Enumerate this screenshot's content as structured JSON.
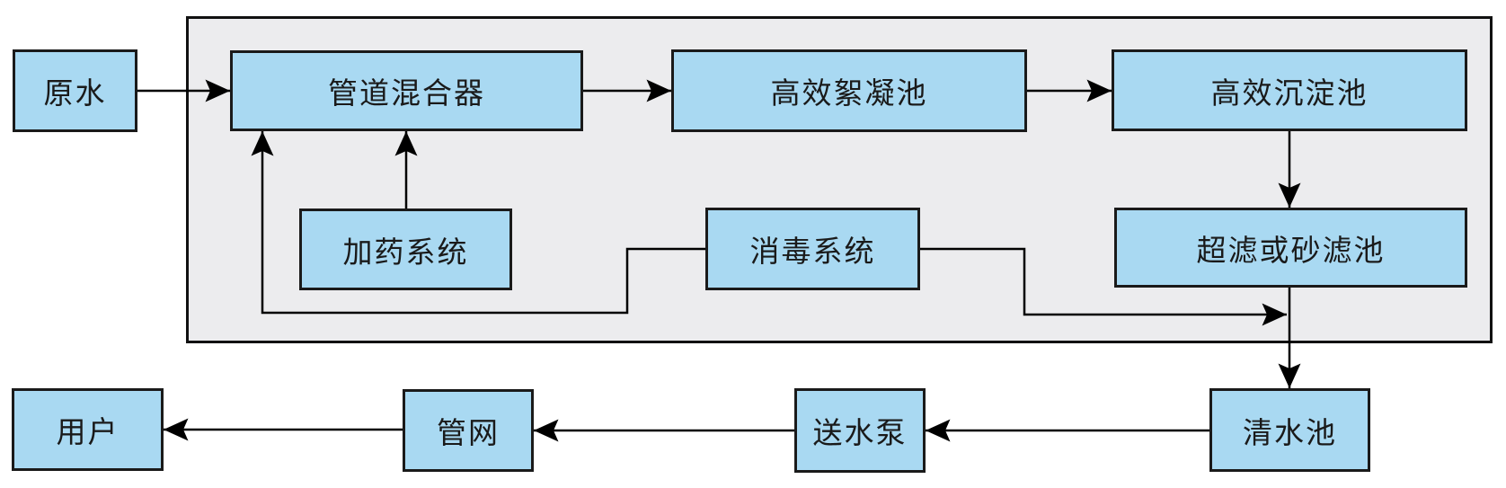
{
  "diagram": {
    "type": "flowchart",
    "subject": "water treatment process flow",
    "colors": {
      "node_fill": "#a9d9f2",
      "node_border": "#1a1a1a",
      "container_fill": "#ececee",
      "container_border": "#111111",
      "arrow_line": "#000000",
      "background": "#ffffff"
    },
    "nodes": [
      {
        "id": "raw-water",
        "label": "原水"
      },
      {
        "id": "pipe-mixer",
        "label": "管道混合器"
      },
      {
        "id": "flocculation-tank",
        "label": "高效絮凝池"
      },
      {
        "id": "sedimentation-tank",
        "label": "高效沉淀池"
      },
      {
        "id": "dosing-system",
        "label": "加药系统"
      },
      {
        "id": "disinfection-system",
        "label": "消毒系统"
      },
      {
        "id": "filter-tank",
        "label": "超滤或砂滤池"
      },
      {
        "id": "clear-water-tank",
        "label": "清水池"
      },
      {
        "id": "water-supply-pump",
        "label": "送水泵"
      },
      {
        "id": "pipe-network",
        "label": "管网"
      },
      {
        "id": "user",
        "label": "用户"
      }
    ],
    "edges": [
      {
        "from": "raw-water",
        "to": "pipe-mixer",
        "direction": "right"
      },
      {
        "from": "pipe-mixer",
        "to": "flocculation-tank",
        "direction": "right"
      },
      {
        "from": "flocculation-tank",
        "to": "sedimentation-tank",
        "direction": "right"
      },
      {
        "from": "sedimentation-tank",
        "to": "filter-tank",
        "direction": "down"
      },
      {
        "from": "dosing-system",
        "to": "pipe-mixer",
        "direction": "up"
      },
      {
        "from": "disinfection-system",
        "to": "pipe-mixer",
        "direction": "left-then-up"
      },
      {
        "from": "disinfection-system",
        "to": "filter-tank-outlet",
        "direction": "right"
      },
      {
        "from": "filter-tank",
        "to": "clear-water-tank",
        "direction": "down"
      },
      {
        "from": "clear-water-tank",
        "to": "water-supply-pump",
        "direction": "left"
      },
      {
        "from": "water-supply-pump",
        "to": "pipe-network",
        "direction": "left"
      },
      {
        "from": "pipe-network",
        "to": "user",
        "direction": "left"
      }
    ]
  }
}
